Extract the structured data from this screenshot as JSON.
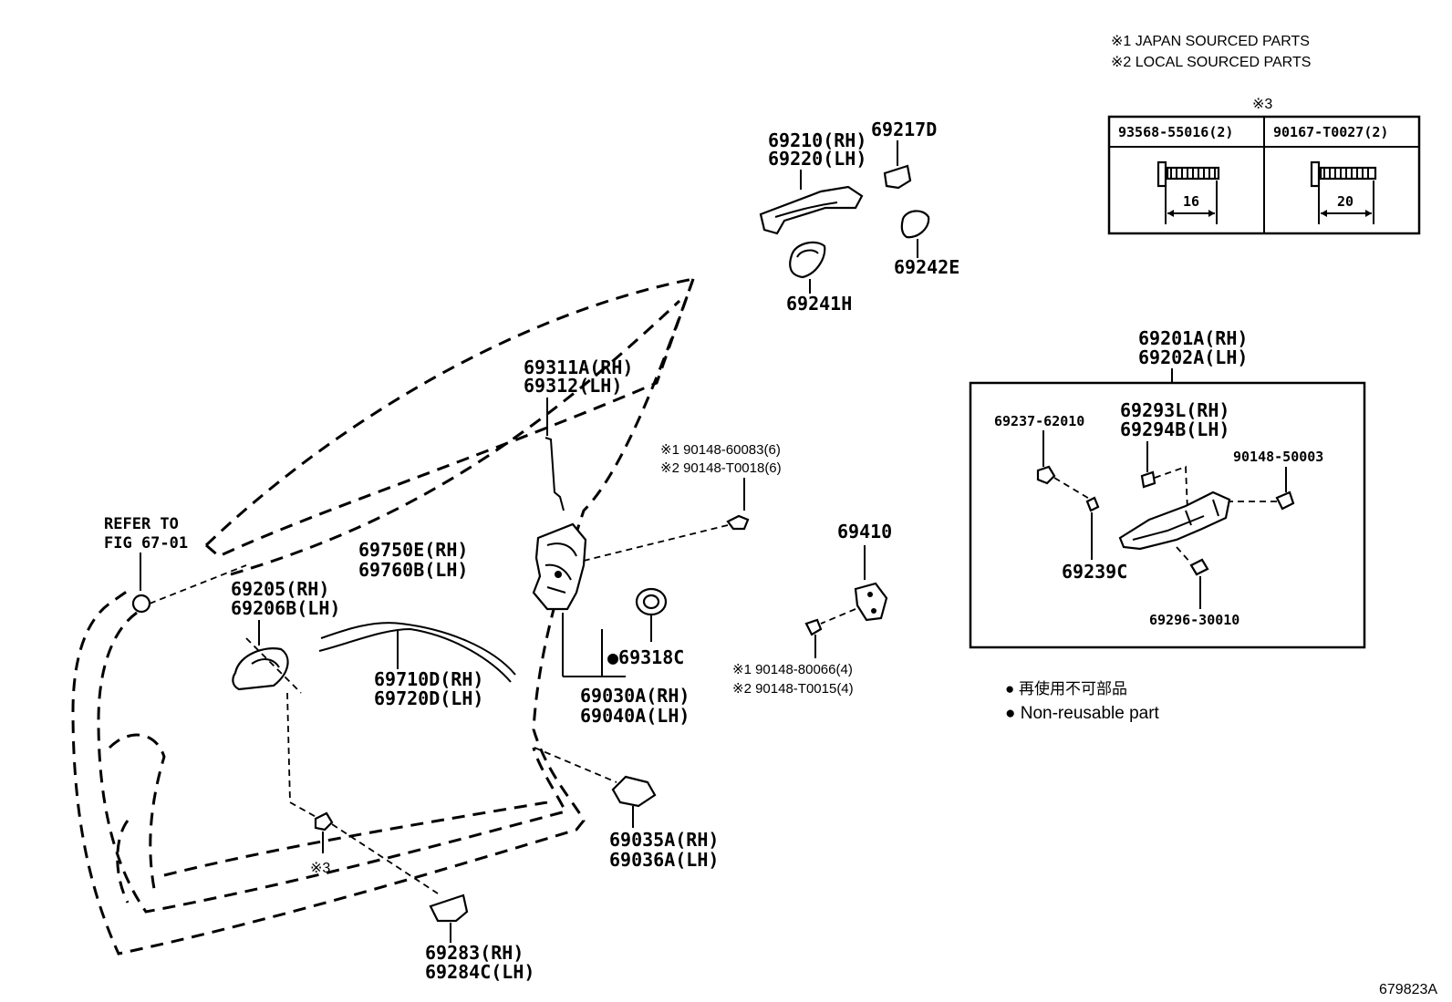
{
  "notes": {
    "japan_sourced": "※1 JAPAN SOURCED PARTS",
    "local_sourced": "※2 LOCAL SOURCED PARTS",
    "non_reusable_jp": "● 再使用不可部品",
    "non_reusable_en": "● Non-reusable part"
  },
  "bolt_table": {
    "marker": "※3",
    "col1_part": "93568-55016(2)",
    "col1_length": "16",
    "col2_part": "90167-T0027(2)",
    "col2_length": "20"
  },
  "labels": {
    "p69210": "69210(RH)",
    "p69220": "69220(LH)",
    "p69217D": "69217D",
    "p69241H": "69241H",
    "p69242E": "69242E",
    "p69311A": "69311A(RH)",
    "p69312": "69312(LH)",
    "scr1_a": "※1 90148-60083(6)",
    "scr1_b": "※2 90148-T0018(6)",
    "refer_a": "REFER TO",
    "refer_b": "FIG 67-01",
    "p69750E": "69750E(RH)",
    "p69760B": "69760B(LH)",
    "p69205": "69205(RH)",
    "p69206B": "69206B(LH)",
    "p69710D": "69710D(RH)",
    "p69720D": "69720D(LH)",
    "p69318C": "●69318C",
    "p69030A": "69030A(RH)",
    "p69040A": "69040A(LH)",
    "p69410": "69410",
    "scr2_a": "※1 90148-80066(4)",
    "scr2_b": "※2 90148-T0015(4)",
    "p69035A": "69035A(RH)",
    "p69036A": "69036A(LH)",
    "mark3": "※3",
    "p69283": "69283(RH)",
    "p69284C": "69284C(LH)",
    "p69201A": "69201A(RH)",
    "p69202A": "69202A(LH)",
    "p69237": "69237-62010",
    "p69293L": "69293L(RH)",
    "p69294B": "69294B(LH)",
    "p90148_50003": "90148-50003",
    "p69239C": "69239C",
    "p69296": "69296-30010"
  },
  "figure_id": "679823A"
}
